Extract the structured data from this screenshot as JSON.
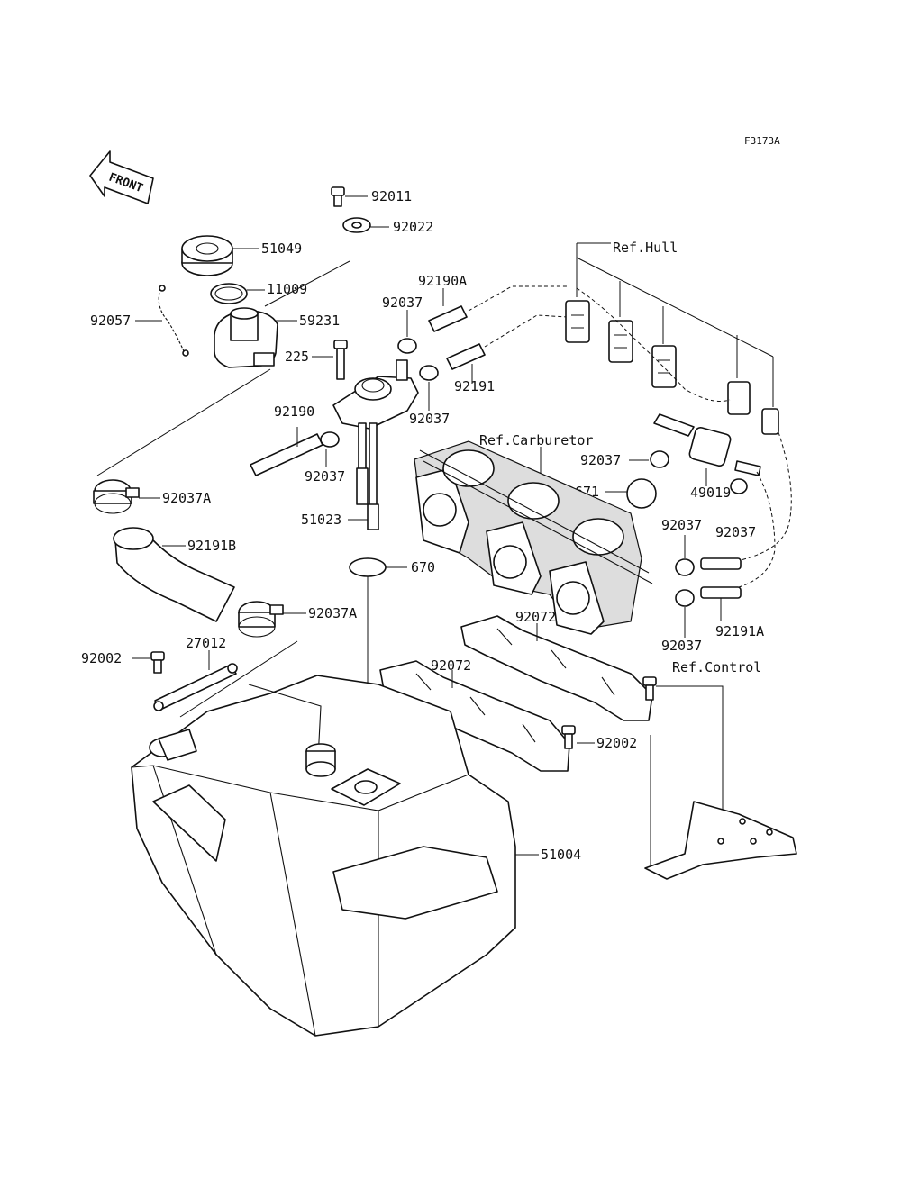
{
  "figure_code": "F3173A",
  "front_arrow": "FRONT",
  "refs": {
    "hull": "Ref.Hull",
    "carburetor": "Ref.Carburetor",
    "control": "Ref.Control"
  },
  "parts": {
    "p92011": "92011",
    "p92022": "92022",
    "p51049": "51049",
    "p11009": "11009",
    "p59231": "59231",
    "p92057": "92057",
    "p225": "225",
    "p92190A": "92190A",
    "p92037_a": "92037",
    "p92191": "92191",
    "p92037_b": "92037",
    "p92190": "92190",
    "p92037_c": "92037",
    "p92037A_a": "92037A",
    "p51023": "51023",
    "p92191B": "92191B",
    "p670": "670",
    "p92037A_b": "92037A",
    "p92002_a": "92002",
    "p27012": "27012",
    "p92072_a": "92072",
    "p92072_b": "92072",
    "p92002_b": "92002",
    "p51004": "51004",
    "p92037_d": "92037",
    "p671": "671",
    "p49019": "49019",
    "p92037_e": "92037",
    "p92037_f": "92037",
    "p92037_g": "92037",
    "p92191A": "92191A"
  }
}
